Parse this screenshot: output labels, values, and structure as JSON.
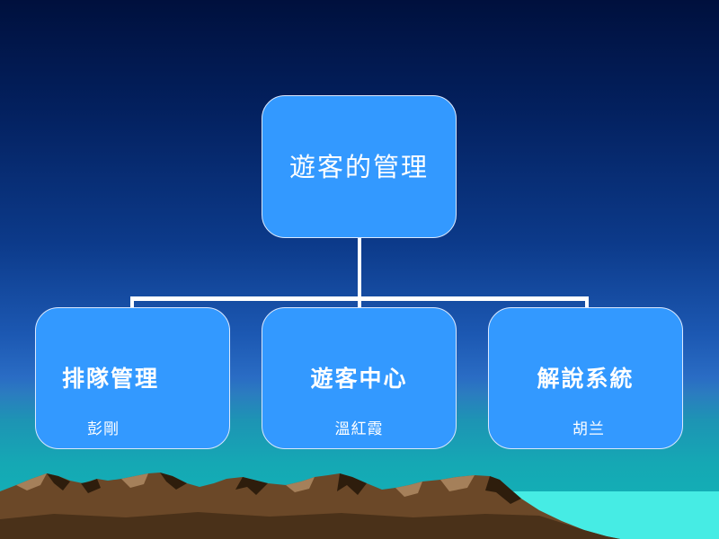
{
  "diagram": {
    "root": {
      "label": "遊客的管理"
    },
    "children": [
      {
        "label": "排隊管理",
        "person": "彭剛"
      },
      {
        "label": "遊客中心",
        "person": "溫紅霞"
      },
      {
        "label": "解說系統",
        "person": "胡兰"
      }
    ]
  },
  "colors": {
    "node_fill": "#3399ff",
    "node_border": "#dbe8ff",
    "connector": "#ffffff",
    "text": "#ffffff",
    "mountain": "#6b4828",
    "water": "#46ece4"
  }
}
